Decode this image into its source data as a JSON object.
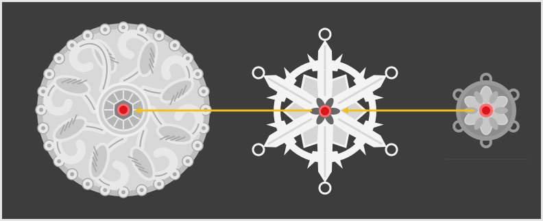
{
  "canvas": {
    "background": "#3d3d3d",
    "frame_color": "#e6e6e6"
  },
  "palette": {
    "lace_light": "#e8e8e8",
    "lace_mid": "#c9c9c9",
    "lace_dark": "#a9a9a9",
    "snowflake_white": "#f4f4f4",
    "snowflake_shade": "#d6d6d6",
    "small_disc": "#9a9a9a",
    "small_petal": "#c8c8c8",
    "arrow": "#f2c01c",
    "center_dot": "#d9141a",
    "center_ring": "#ff6a6a"
  },
  "objects": [
    {
      "name": "lace-mandala-ornament",
      "icon": "lace-mandala-icon"
    },
    {
      "name": "snowflake-ornament",
      "icon": "snowflake-icon"
    },
    {
      "name": "small-flower-ornament",
      "icon": "flower-disc-icon"
    }
  ],
  "arrows": [
    {
      "name": "arrow-small-to-snowflake",
      "from": "small-flower-ornament",
      "to": "snowflake-ornament"
    },
    {
      "name": "arrow-snowflake-to-lace",
      "from": "snowflake-ornament",
      "to": "lace-mandala-ornament"
    }
  ]
}
